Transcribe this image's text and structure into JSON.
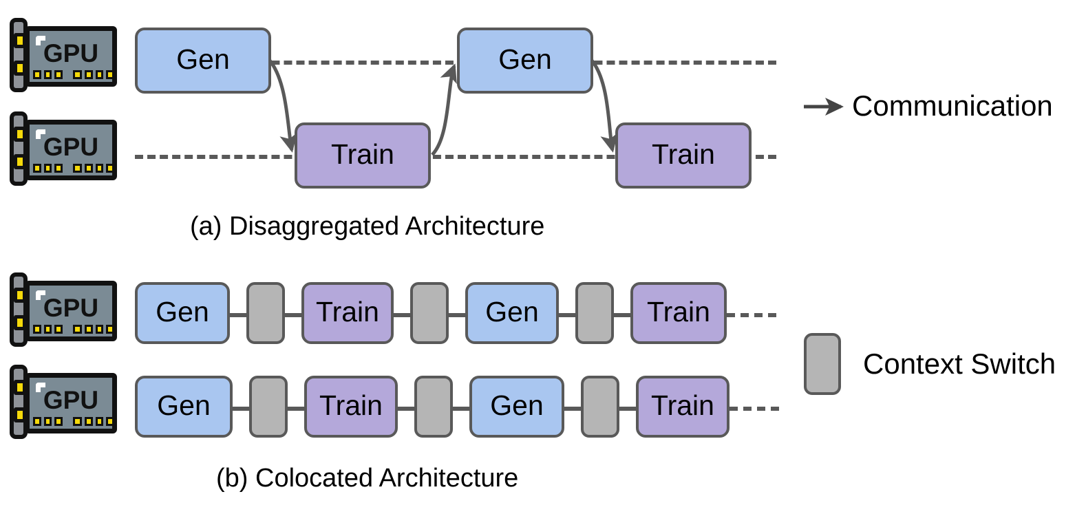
{
  "figure": {
    "panels": [
      {
        "id": "a",
        "caption": "(a) Disaggregated Architecture",
        "gpus": [
          {
            "label": "GPU"
          },
          {
            "label": "GPU"
          }
        ],
        "rows": [
          {
            "name": "gen-row",
            "boxes": [
              {
                "type": "gen",
                "label": "Gen"
              },
              {
                "type": "gen",
                "label": "Gen"
              }
            ]
          },
          {
            "name": "train-row",
            "boxes": [
              {
                "type": "train",
                "label": "Train"
              },
              {
                "type": "train",
                "label": "Train"
              }
            ]
          }
        ]
      },
      {
        "id": "b",
        "caption": "(b) Colocated Architecture",
        "gpus": [
          {
            "label": "GPU"
          },
          {
            "label": "GPU"
          }
        ],
        "rows": [
          {
            "name": "gpu0-row",
            "boxes": [
              {
                "type": "gen",
                "label": "Gen"
              },
              {
                "type": "switch",
                "label": ""
              },
              {
                "type": "train",
                "label": "Train"
              },
              {
                "type": "switch",
                "label": ""
              },
              {
                "type": "gen",
                "label": "Gen"
              },
              {
                "type": "switch",
                "label": ""
              },
              {
                "type": "train",
                "label": "Train"
              }
            ]
          },
          {
            "name": "gpu1-row",
            "boxes": [
              {
                "type": "gen",
                "label": "Gen"
              },
              {
                "type": "switch",
                "label": ""
              },
              {
                "type": "train",
                "label": "Train"
              },
              {
                "type": "switch",
                "label": ""
              },
              {
                "type": "gen",
                "label": "Gen"
              },
              {
                "type": "switch",
                "label": ""
              },
              {
                "type": "train",
                "label": "Train"
              }
            ]
          }
        ]
      }
    ]
  },
  "legend": {
    "communication": {
      "label": "Communication",
      "icon": "arrow-right-icon"
    },
    "context_switch": {
      "label": "Context Switch",
      "icon": "gray-rounded-block"
    }
  },
  "colors": {
    "gen": "#a9c6f0",
    "train": "#b4a8da",
    "context_switch": "#b5b5b5",
    "box_border": "#595959",
    "timeline": "#595959",
    "arrow": "#595959",
    "gpu_body": "#7b8b95",
    "gpu_outline": "#111111",
    "gpu_pins": "#f5d90a",
    "background": "#ffffff"
  }
}
